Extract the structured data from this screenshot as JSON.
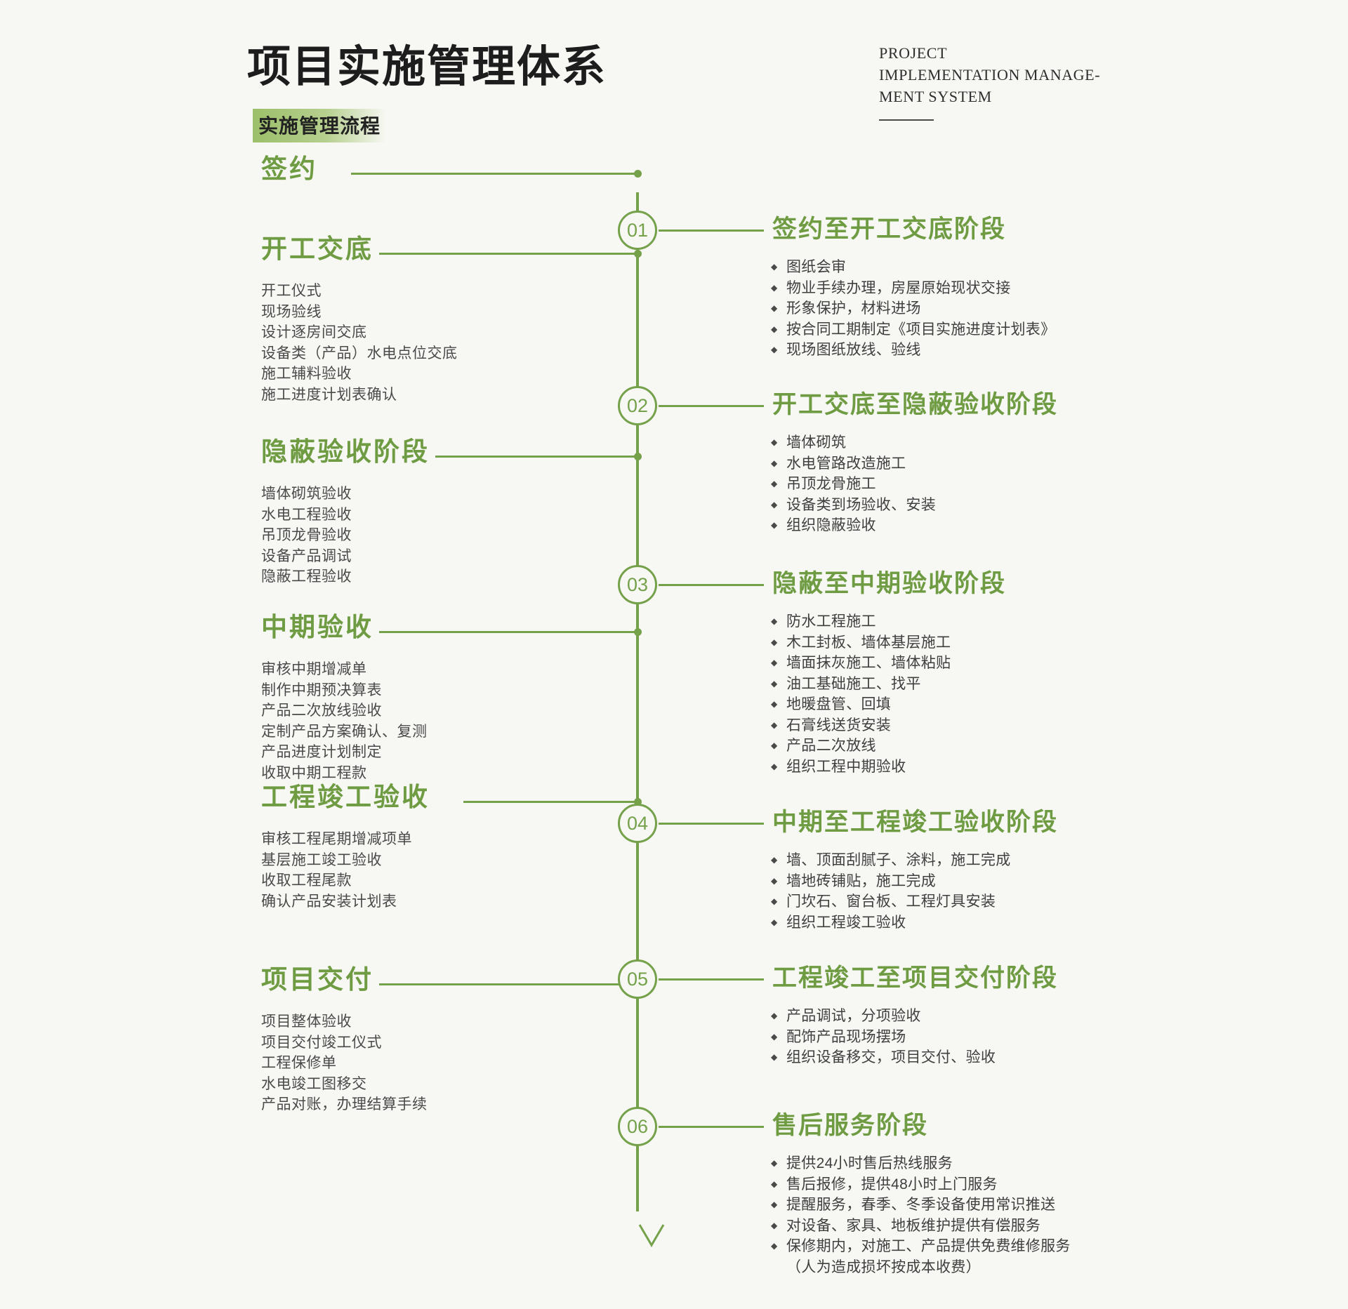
{
  "header": {
    "title_cn": "项目实施管理体系",
    "subtitle_cn": "实施管理流程",
    "title_en_line1": "PROJECT",
    "title_en_line2": "IMPLEMENTATION MANAGE-",
    "title_en_line3": "MENT SYSTEM"
  },
  "colors": {
    "green": "#74a14a",
    "green_text": "#6f9c43",
    "background": "#f7f8f4",
    "body_text": "#3f3f3f"
  },
  "left_stages": [
    {
      "title": "签约",
      "items": []
    },
    {
      "title": "开工交底",
      "items": [
        "开工仪式",
        "现场验线",
        "设计逐房间交底",
        "设备类（产品）水电点位交底",
        "施工辅料验收",
        "施工进度计划表确认"
      ]
    },
    {
      "title": "隐蔽验收阶段",
      "items": [
        "墙体砌筑验收",
        "水电工程验收",
        "吊顶龙骨验收",
        "设备产品调试",
        "隐蔽工程验收"
      ]
    },
    {
      "title": "中期验收",
      "items": [
        "审核中期增减单",
        "制作中期预决算表",
        "产品二次放线验收",
        "定制产品方案确认、复测",
        "产品进度计划制定",
        "收取中期工程款"
      ]
    },
    {
      "title": "工程竣工验收",
      "items": [
        "审核工程尾期增减项单",
        "基层施工竣工验收",
        "收取工程尾款",
        "确认产品安装计划表"
      ]
    },
    {
      "title": "项目交付",
      "items": [
        "项目整体验收",
        "项目交付竣工仪式",
        "工程保修单",
        "水电竣工图移交",
        "产品对账，办理结算手续"
      ]
    }
  ],
  "right_stages": [
    {
      "number": "01",
      "title": "签约至开工交底阶段",
      "items": [
        "图纸会审",
        "物业手续办理，房屋原始现状交接",
        "形象保护，材料进场",
        "按合同工期制定《项目实施进度计划表》",
        "现场图纸放线、验线"
      ],
      "continuation": ""
    },
    {
      "number": "02",
      "title": "开工交底至隐蔽验收阶段",
      "items": [
        "墙体砌筑",
        "水电管路改造施工",
        "吊顶龙骨施工",
        "设备类到场验收、安装",
        "组织隐蔽验收"
      ],
      "continuation": ""
    },
    {
      "number": "03",
      "title": "隐蔽至中期验收阶段",
      "items": [
        "防水工程施工",
        "木工封板、墙体基层施工",
        "墙面抹灰施工、墙体粘贴",
        "油工基础施工、找平",
        "地暖盘管、回填",
        "石膏线送货安装",
        "产品二次放线",
        "组织工程中期验收"
      ],
      "continuation": ""
    },
    {
      "number": "04",
      "title": "中期至工程竣工验收阶段",
      "items": [
        "墙、顶面刮腻子、涂料，施工完成",
        "墙地砖铺贴，施工完成",
        "门坎石、窗台板、工程灯具安装",
        "组织工程竣工验收"
      ],
      "continuation": ""
    },
    {
      "number": "05",
      "title": "工程竣工至项目交付阶段",
      "items": [
        "产品调试，分项验收",
        "配饰产品现场摆场",
        "组织设备移交，项目交付、验收"
      ],
      "continuation": ""
    },
    {
      "number": "06",
      "title": "售后服务阶段",
      "items": [
        "提供24小时售后热线服务",
        "售后报修，提供48小时上门服务",
        "提醒服务，春季、冬季设备使用常识推送",
        "对设备、家具、地板维护提供有偿服务",
        "保修期内，对施工、产品提供免费维修服务"
      ],
      "continuation": "（人为造成损坏按成本收费）"
    }
  ]
}
